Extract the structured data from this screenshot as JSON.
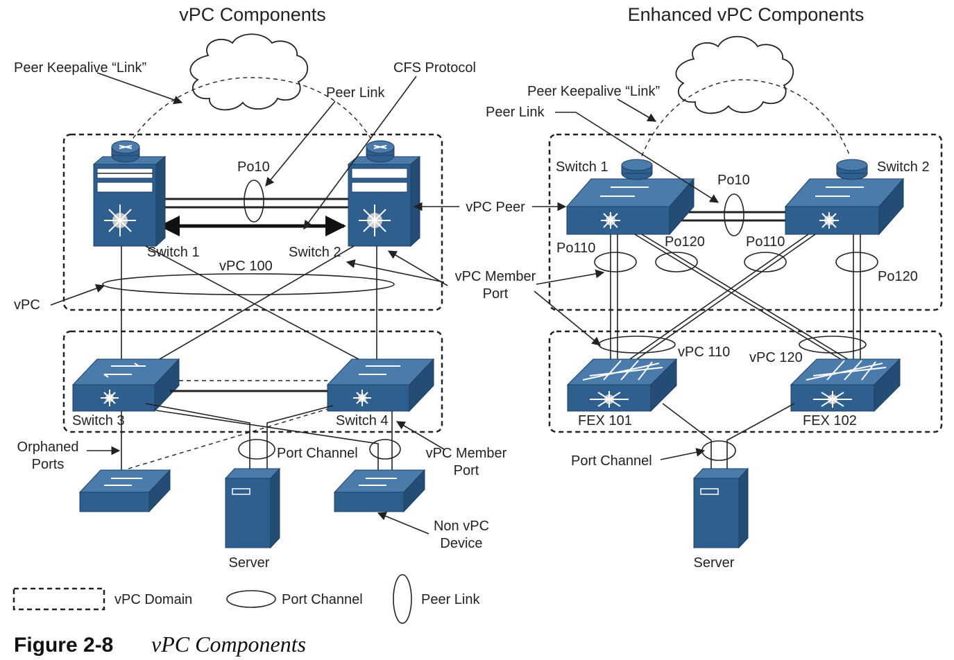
{
  "left": {
    "title": "vPC Components",
    "labels": {
      "peer_keepalive": "Peer Keepalive “Link”",
      "cfs_protocol": "CFS Protocol",
      "peer_link": "Peer Link",
      "po10": "Po10",
      "switch1": "Switch 1",
      "switch2": "Switch 2",
      "vpc100": "vPC 100",
      "vpc": "vPC",
      "vpc_member_port_top_1": "vPC Member",
      "vpc_member_port_top_2": "Port",
      "switch3": "Switch 3",
      "switch4": "Switch 4",
      "orphaned_1": "Orphaned",
      "orphaned_2": "Ports",
      "port_channel": "Port Channel",
      "vpc_member_port_bottom_1": "vPC Member",
      "vpc_member_port_bottom_2": "Port",
      "non_vpc_1": "Non vPC",
      "non_vpc_2": "Device",
      "server": "Server"
    }
  },
  "shared": {
    "vpc_peer": "vPC Peer"
  },
  "right": {
    "title": "Enhanced vPC Components",
    "labels": {
      "peer_keepalive": "Peer Keepalive “Link”",
      "peer_link": "Peer Link",
      "switch1": "Switch 1",
      "switch2": "Switch 2",
      "po10": "Po10",
      "po110_left": "Po110",
      "po120_left": "Po120",
      "po110_right": "Po110",
      "po120_right": "Po120",
      "vpc110": "vPC 110",
      "vpc120": "vPC 120",
      "fex101": "FEX 101",
      "fex102": "FEX 102",
      "port_channel": "Port Channel",
      "server": "Server"
    }
  },
  "legend": {
    "vpc_domain": "vPC Domain",
    "port_channel": "Port Channel",
    "peer_link": "Peer Link"
  },
  "caption": {
    "number": "Figure 2-8",
    "text": "vPC Components"
  },
  "colors": {
    "device_blue": "#2f5f8f",
    "device_top": "#4a7bab",
    "device_side": "#244d75"
  }
}
